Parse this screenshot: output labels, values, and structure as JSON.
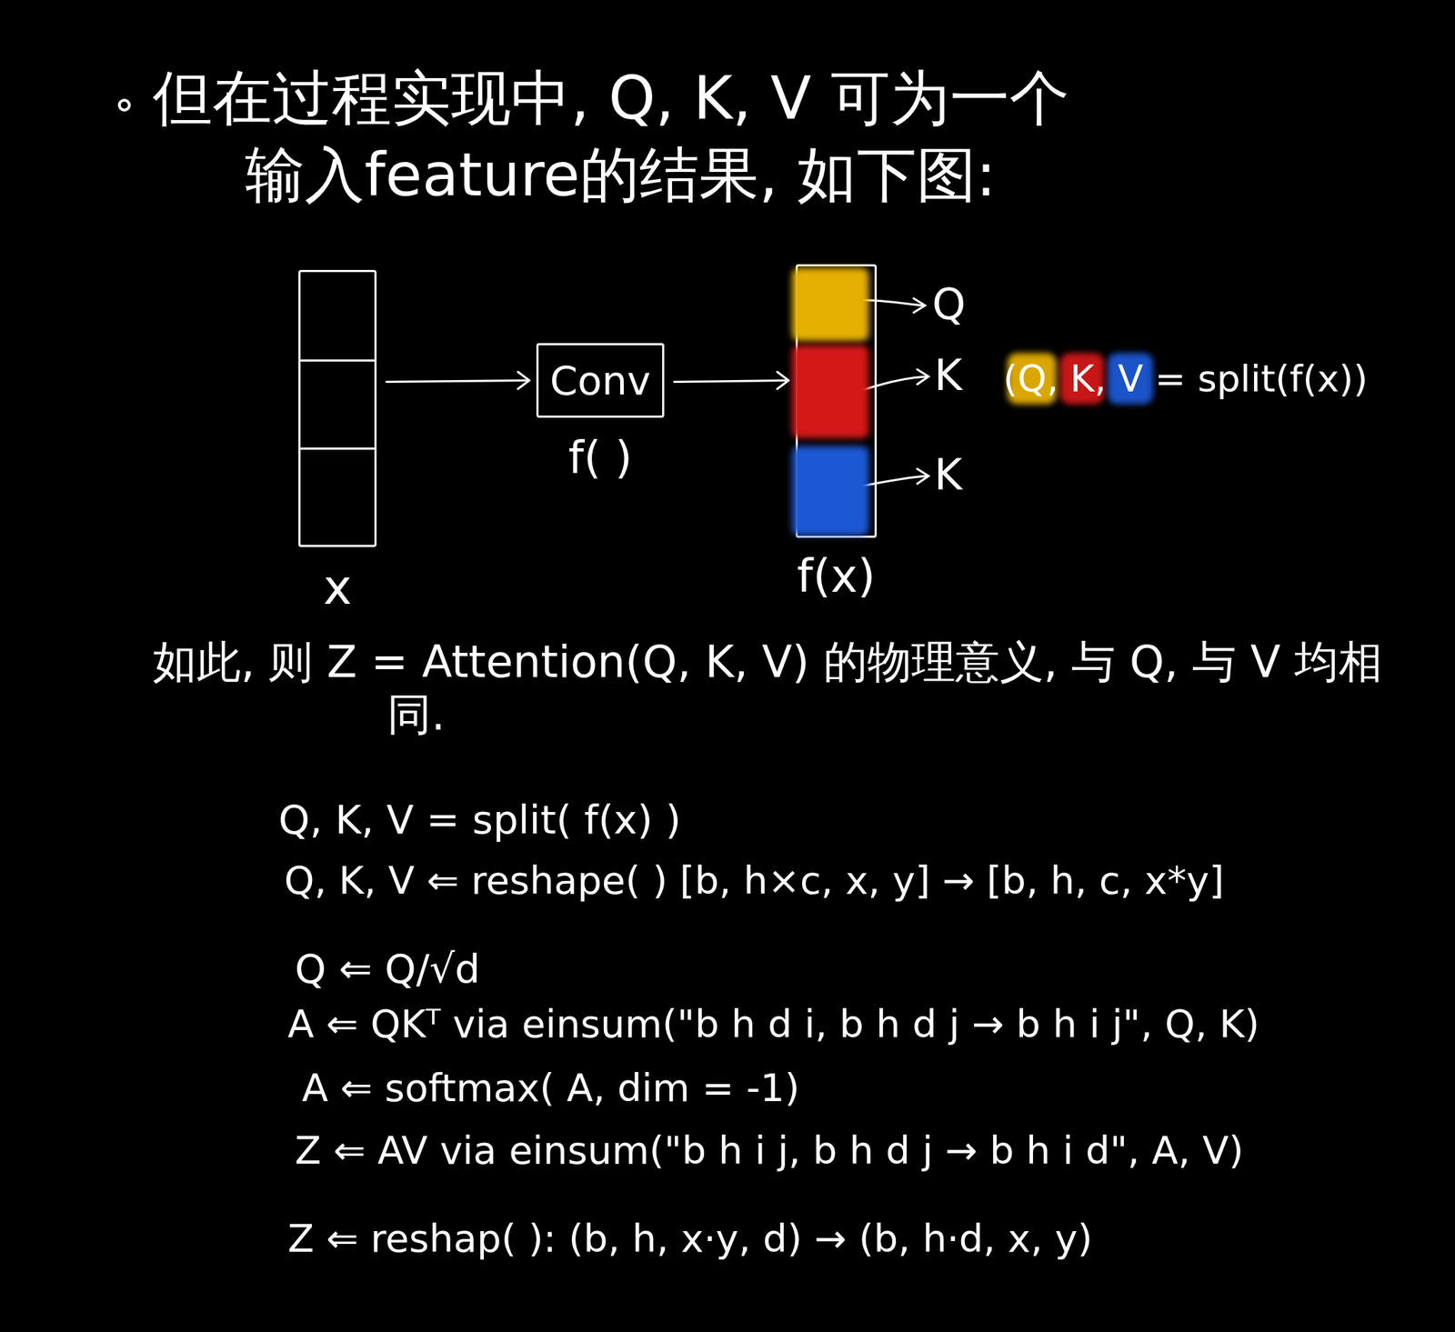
{
  "diagram": {
    "nodes": [
      {
        "text": [
          "x"
        ]
      },
      {
        "text": [
          "Conv",
          "f( )"
        ]
      },
      {
        "text": [
          "f(x)"
        ]
      }
    ],
    "edges": [
      {
        "from": 0,
        "to": 1,
        "arrow": "to"
      },
      {
        "from": 1,
        "to": 2,
        "arrow": "to"
      }
    ],
    "labels": [
      "但在过程实现中, Q, K, V 可为一个",
      "输入feature的结果, 如下图:",
      "Q",
      "K",
      "K",
      "(Q, K, V = split(f(x))",
      "如此, 则 Z = Attention(Q, K, V) 的物理意义, 与 Q, 与 V 均相同.",
      "Q, K, V = split( f(x) )",
      "Q, K, V ⇐ reshape( ) [b, h×c, x, y] → [b, h, c, x*y]",
      "Q ⇐ Q/√d",
      "A ⇐ QKᵀ via einsum(\"b h d i, b h d j → b h i j\", Q, K)",
      "A ⇐ softmax( A, dim = -1)",
      "Z ⇐ AV via einsum(\"b h i j, b h d j → b h i d\", A, V)",
      "Z ⇐ reshap( ): (b, h, x·y, d) → (b, h·d, x, y)"
    ]
  }
}
